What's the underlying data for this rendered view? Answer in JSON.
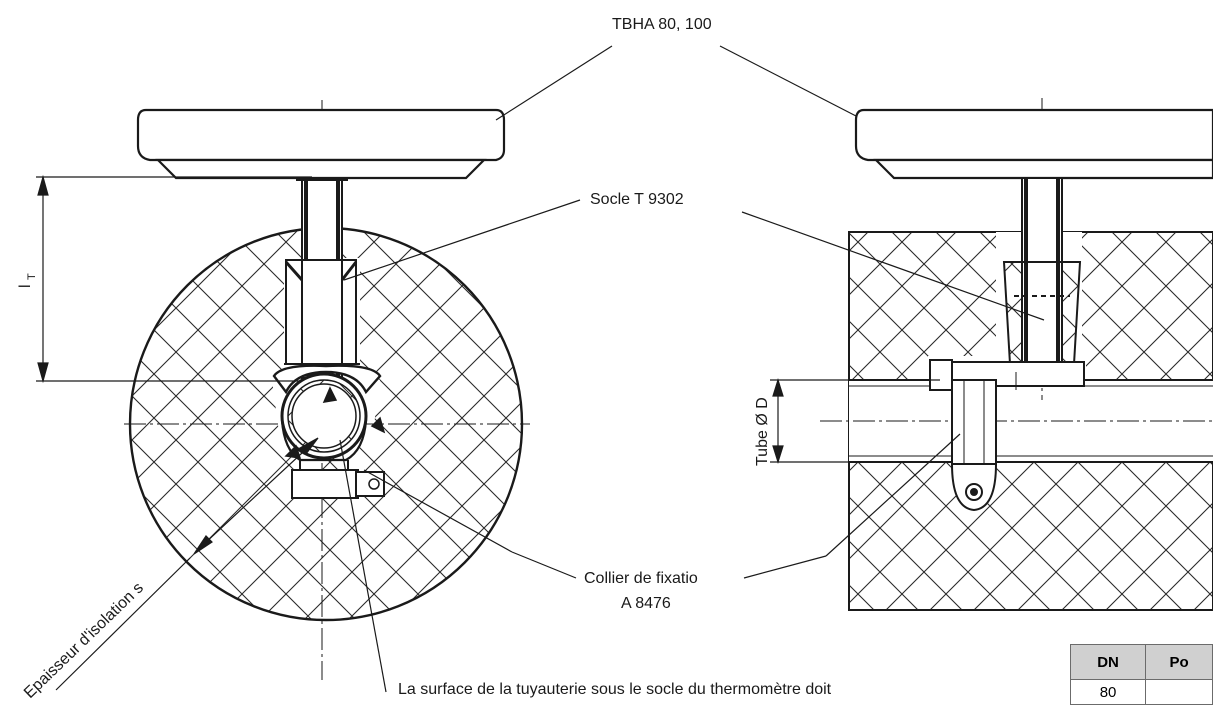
{
  "labels": {
    "model": "TBHA 80, 100",
    "socle": "Socle T 9302",
    "dim_lt": "l",
    "dim_lt_sub": "T",
    "tube": "Tube Ø D",
    "collier_line1": "Collier de fixatio",
    "collier_line2": "A 8476",
    "insulation": "Epaisseur d'isolation s",
    "surface_note": "La surface de la tuyauterie sous le socle du thermomètre doit"
  },
  "table": {
    "headers": [
      "DN",
      "Po"
    ],
    "rows": [
      [
        "80",
        ""
      ]
    ]
  }
}
